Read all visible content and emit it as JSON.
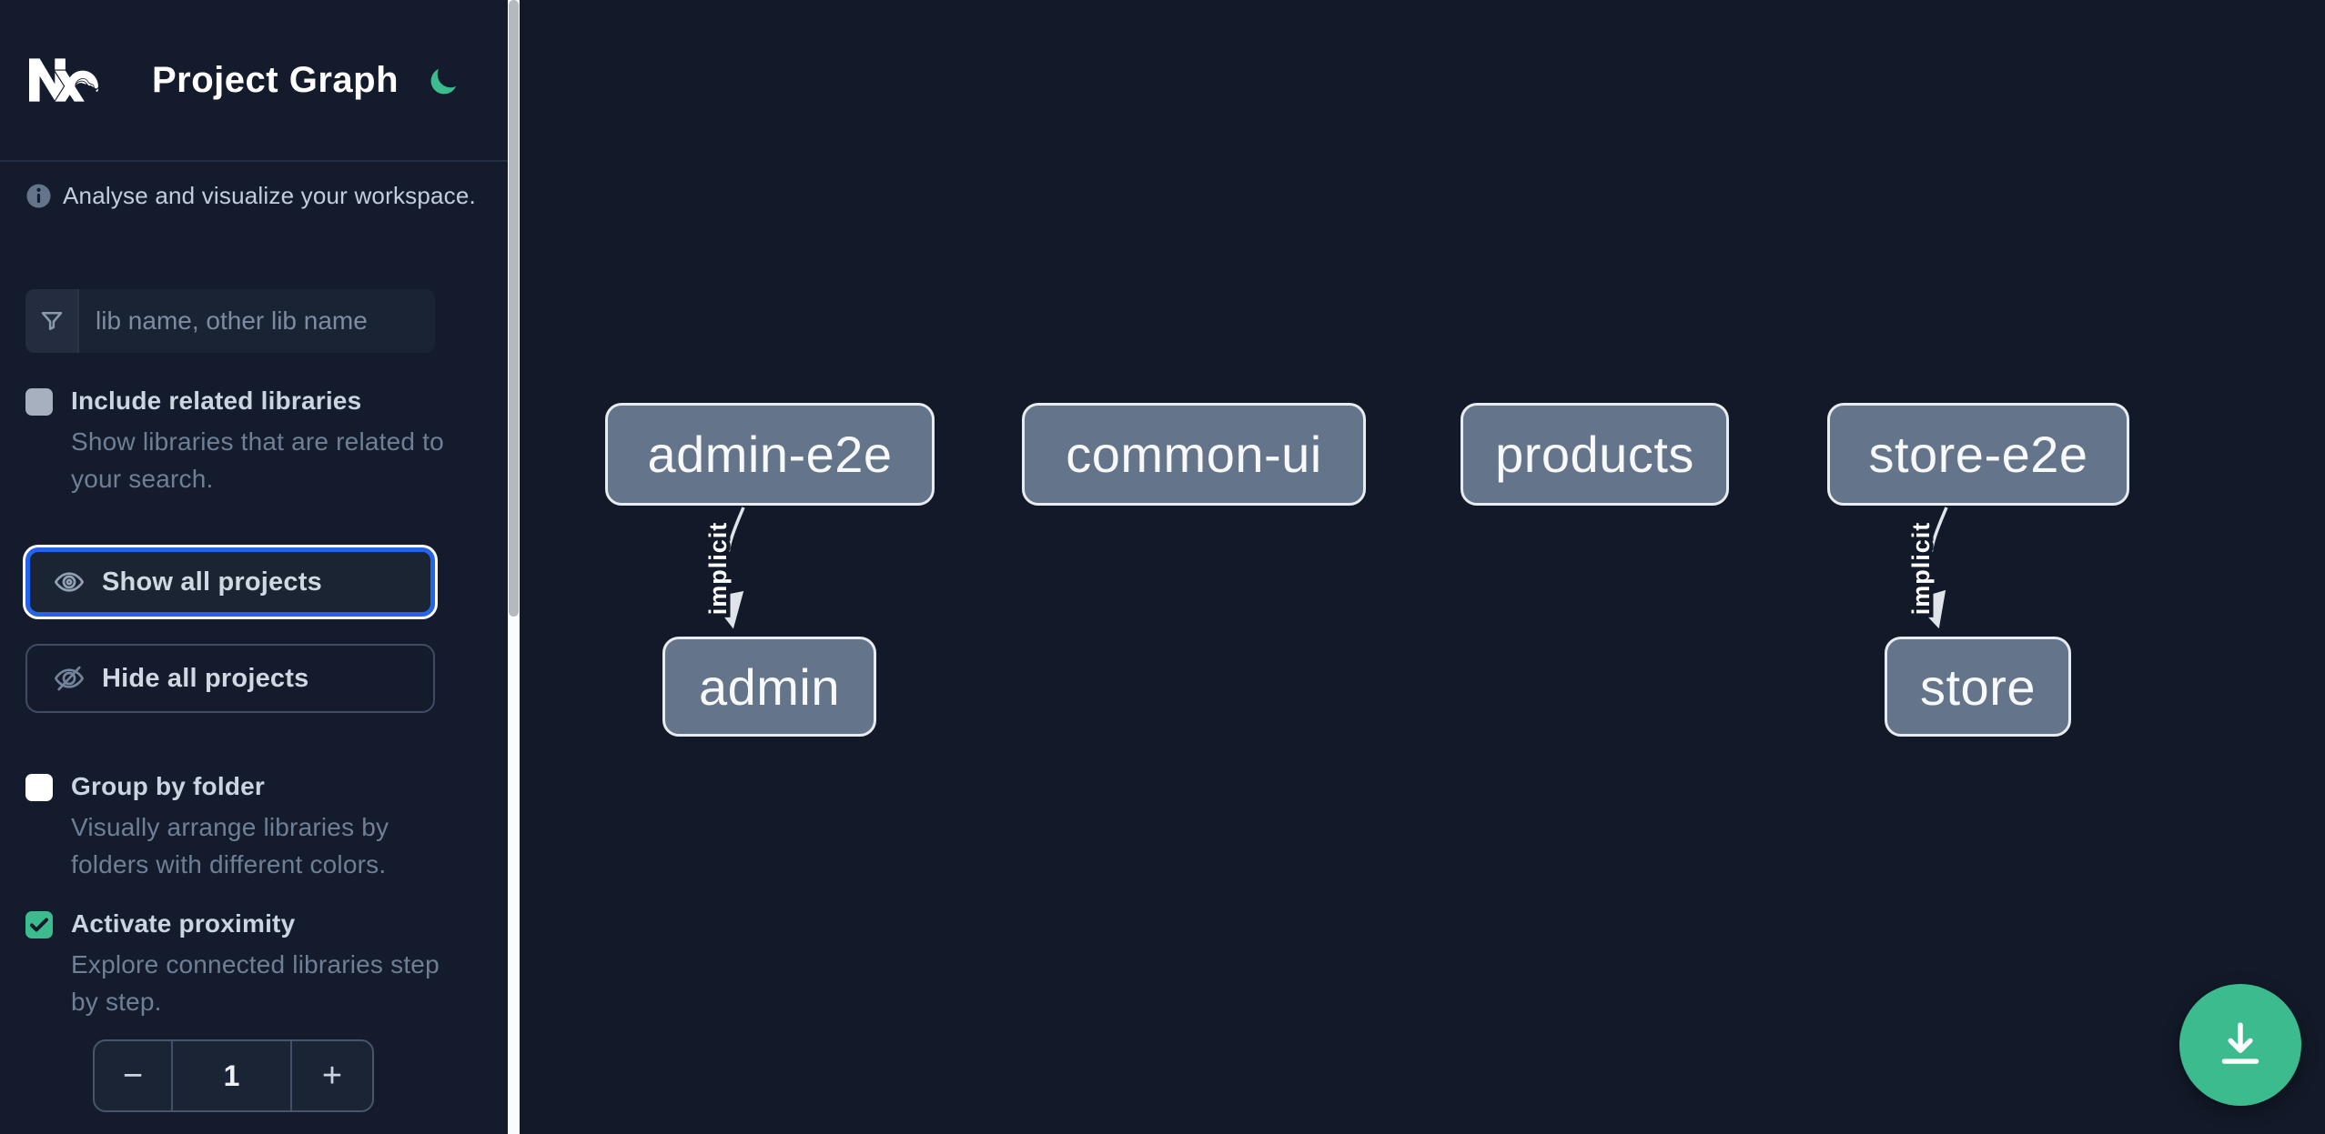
{
  "app": {
    "name": "Nx",
    "title": "Project Graph"
  },
  "sidebar": {
    "tagline": "Analyse and visualize your workspace.",
    "filter": {
      "placeholder": "lib name, other lib name"
    },
    "options": {
      "include_related": {
        "label": "Include related libraries",
        "description": "Show libraries that are related to your search.",
        "checked": false
      },
      "group_by_folder": {
        "label": "Group by folder",
        "description": "Visually arrange libraries by folders with different colors.",
        "checked": false
      },
      "activate_proximity": {
        "label": "Activate proximity",
        "description": "Explore connected libraries step by step.",
        "checked": true
      }
    },
    "actions": {
      "show_all": "Show all projects",
      "hide_all": "Hide all projects"
    },
    "proximity_stepper": {
      "decrement_label": "−",
      "value": "1",
      "increment_label": "+"
    }
  },
  "graph": {
    "nodes": [
      {
        "id": "admin-e2e",
        "label": "admin-e2e"
      },
      {
        "id": "common-ui",
        "label": "common-ui"
      },
      {
        "id": "products",
        "label": "products"
      },
      {
        "id": "store-e2e",
        "label": "store-e2e"
      },
      {
        "id": "admin",
        "label": "admin"
      },
      {
        "id": "store",
        "label": "store"
      }
    ],
    "edges": [
      {
        "source": "admin-e2e",
        "target": "admin",
        "label": "implicit"
      },
      {
        "source": "store-e2e",
        "target": "store",
        "label": "implicit"
      }
    ]
  },
  "fab": {
    "icon": "download-icon"
  },
  "colors": {
    "accent_green": "#3cbc8e",
    "focus_blue": "#2563eb",
    "node_fill": "#64748b",
    "node_border": "#e8ecf1",
    "sidebar_background": "#141b2d",
    "canvas_background": "#121928"
  }
}
